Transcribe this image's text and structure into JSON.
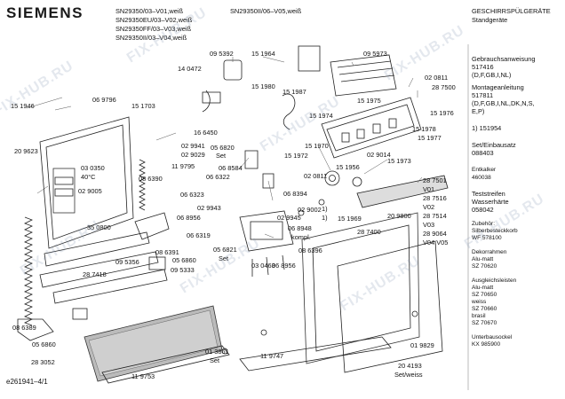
{
  "brand": "SIEMENS",
  "models": {
    "left": [
      "SN29350/03–V01,weiß",
      "SN29350EU/03–V02,weiß",
      "SN29350FF/03–V03,weiß",
      "SN29350II/03–V04,weiß"
    ],
    "mid": "SN29350II/06–V05,weiß"
  },
  "header_right": {
    "line1": "GESCHIRRSPÜLGERÄTE",
    "line2": "Standgeräte"
  },
  "doc_id": "e261941–4/1",
  "watermark": "FIX-HUB.RU",
  "side_panel": [
    "Gebrauchsanweisung",
    "517416",
    "(D,F,GB,I,NL)",
    "Montageanleitung",
    "517811",
    "(D,F,GB,I,NL,DK,N,S,",
    "E,P)",
    "1) 151954",
    "Set/Einbausatz",
    "088403",
    "Entkalker",
    "460038",
    "Teststreifen",
    "Wasserhärte",
    "058042",
    "Zubehör:",
    "Silberbesteckkorb",
    "WF 578100",
    "Dekorrahmen",
    "Alu-matt",
    "SZ 70620",
    "Ausgleichsleisten",
    "Alu-matt",
    "SZ 70650",
    "weiss",
    "SZ 70660",
    "brasil",
    "SZ 70670",
    "Unterbausockel",
    "KX 985900"
  ],
  "labels": [
    "09 5392",
    "14 0472",
    "15 1964",
    "09 5973",
    "15 1980",
    "15 1987",
    "02 0811",
    "28 7500",
    "15 1975",
    "15 1974",
    "15 1976",
    "15 1946",
    "06 9796",
    "15 1703",
    "16 6450",
    "15 1978",
    "15 1977",
    "02 9941",
    "02 9029",
    "15 1970",
    "02 9014",
    "15 1973",
    "20 9623",
    "05 6820",
    "Set",
    "11 9795",
    "15 1972",
    "15 1956",
    "03 0350",
    "40°C",
    "08 6390",
    "06 8584",
    "06 6322",
    "02 0811",
    "28 7501",
    "V01",
    "02 9005",
    "06 6323",
    "06 8394",
    "28 7516",
    "V02",
    "02 9943",
    "02 9002",
    "1)",
    "1)",
    "15 1969",
    "06 8956",
    "02 9945",
    "20 9800",
    "28 7514",
    "V03",
    "35 0800",
    "06 6319",
    "06 8948",
    "kompl.",
    "28 9064",
    "V04,V05",
    "28 7400",
    "05 6821",
    "Set",
    "08 6396",
    "08 6391",
    "06 8956",
    "09 5356",
    "05 6860",
    "09 5333",
    "03 0463",
    "28 7418",
    "08 6389",
    "05 6860",
    "01 3861",
    "Set",
    "01 9829",
    "28 3052",
    "11 9747",
    "20 4193",
    "Set/weiss",
    "11 9753"
  ]
}
